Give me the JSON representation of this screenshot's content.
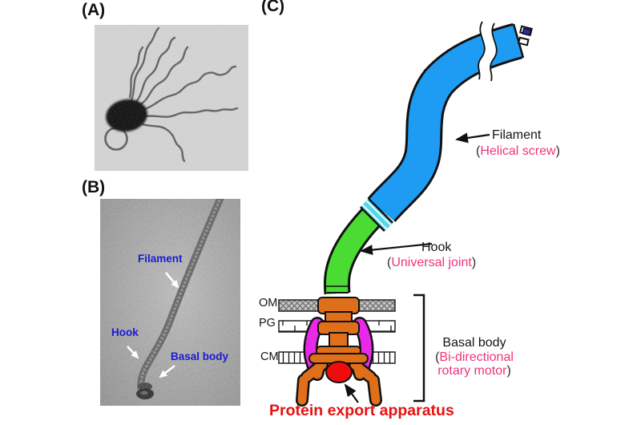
{
  "figure": {
    "panel_a_label": "(A)",
    "panel_b_label": "(B)",
    "panel_c_label": "(C)"
  },
  "punct": {
    "open": "(",
    "close": ")"
  },
  "panel_b": {
    "filament_label": "Filament",
    "hook_label": "Hook",
    "basal_body_label": "Basal body",
    "label_color": "#1b1bd1"
  },
  "panel_c": {
    "filament_name": "Filament",
    "filament_sub": "Helical screw",
    "hook_name": "Hook",
    "hook_sub": "Universal joint",
    "membrane_om": "OM",
    "membrane_pg": "PG",
    "membrane_cm": "CM",
    "basal_body_name": "Basal body",
    "basal_body_sub_line1": "Bi-directional",
    "basal_body_sub_line2": "rotary motor",
    "protein_export_label": "Protein export apparatus",
    "colors": {
      "filament_blue": "#1E9CF4",
      "hook_green": "#4ADC33",
      "junction_cyan": "#55D8E8",
      "basal_body_orange": "#E06F1A",
      "stator_magenta": "#E82AE8",
      "export_apparatus_red": "#F00C0C",
      "sub_label_pink": "#F0337C",
      "export_text_red": "#E51212",
      "em_label_blue": "#1b1bd1"
    }
  }
}
